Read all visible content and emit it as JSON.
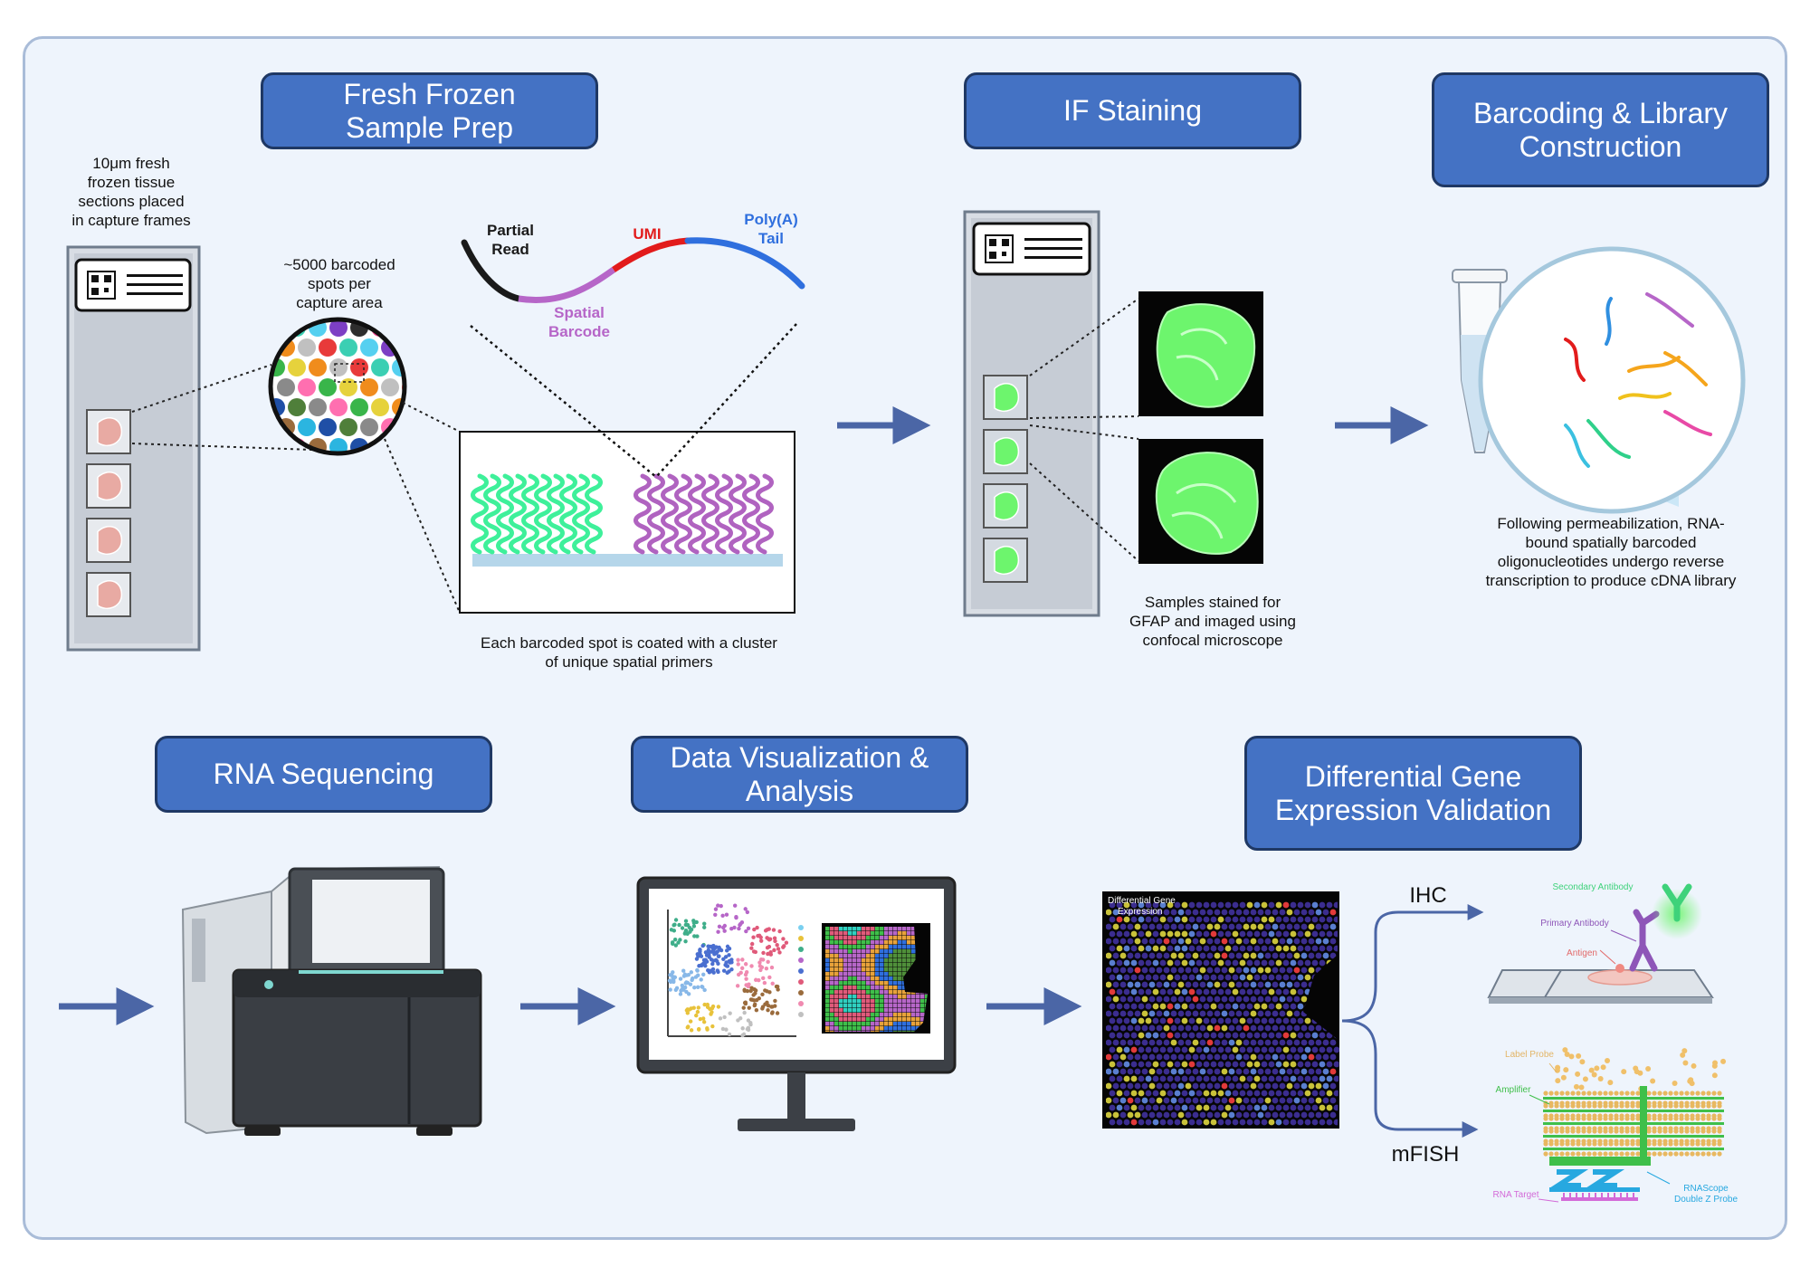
{
  "steps": {
    "fresh_frozen": "Fresh Frozen\nSample Prep",
    "if_staining": "IF Staining",
    "barcoding": "Barcoding & Library\nConstruction",
    "rna_seq": "RNA Sequencing",
    "data_vis": "Data Visualization &\nAnalysis",
    "dge": "Differential Gene\nExpression Validation"
  },
  "captions": {
    "tissue_sections": "10μm fresh\nfrozen tissue\nsections placed\nin capture frames",
    "barcoded_spots": "~5000 barcoded\nspots per\ncapture area",
    "primers": "Each barcoded spot is coated with a cluster\nof unique spatial primers",
    "stained": "Samples stained for\nGFAP and imaged using\nconfocal microscope",
    "permeabilization": "Following permeabilization, RNA-\nbound spatially barcoded\noligonucleotides undergo reverse\ntranscription to produce cDNA library"
  },
  "oligo": {
    "partial_read": "Partial\nRead",
    "umi": "UMI",
    "poly_a": "Poly(A)\nTail",
    "spatial_barcode": "Spatial\nBarcode"
  },
  "dge_panel": {
    "title": "Differential Gene\nExpression",
    "ihc": "IHC",
    "mfish": "mFISH"
  },
  "ihc_labels": {
    "secondary_antibody": "Secondary Antibody",
    "primary_antibody": "Primary Antibody",
    "antigen": "Antigen"
  },
  "fish_labels": {
    "label_probe": "Label Probe",
    "amplifier": "Amplifier",
    "rna_target": "RNA Target",
    "rnascope": "RNAScope\nDouble Z Probe"
  },
  "colors": {
    "title_fill": "#4472c4",
    "title_border": "#1f3864",
    "arrow": "#4b66a6",
    "partial_read": "#1a1a1a",
    "spatial_barcode": "#b666c8",
    "umi": "#e21b1b",
    "poly_a": "#2f6fde",
    "primer_green": "#3ef09a",
    "primer_purple": "#b063c0",
    "if_green": "#6df56d"
  }
}
